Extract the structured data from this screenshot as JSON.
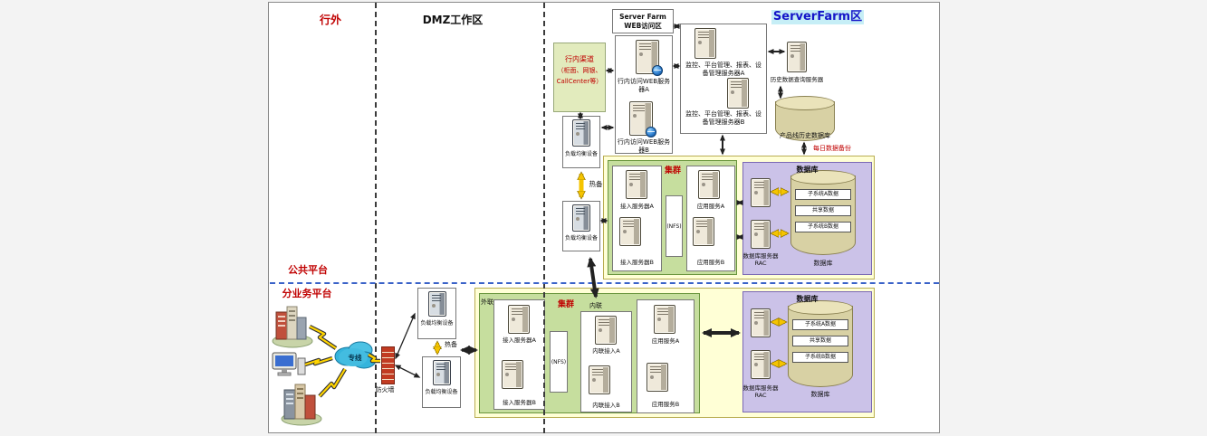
{
  "zones": {
    "outside": "行外",
    "dmz": "DMZ工作区",
    "serverfarm": "ServerFarm区",
    "public_platform": "公共平台",
    "sub_business": "分业务平台"
  },
  "web_zone": {
    "title1": "Server Farm",
    "title2": "WEB访问区",
    "server_a": "行内访问WEB服务器A",
    "server_b": "行内访问WEB服务器B"
  },
  "channel": {
    "line1": "行内渠道",
    "line2": "（柜面、网银、",
    "line3": "CallCenter等）"
  },
  "lb": {
    "label": "负载均衡设备",
    "hot_standby": "热备"
  },
  "mgmt": {
    "server_a": "监控、平台管理、报表、设备管理服务器A",
    "server_b": "监控、平台管理、报表、设备管理服务器B"
  },
  "history": {
    "server": "历史数据查询服务器",
    "db": "产品线历史数据库",
    "daily_backup": "每日数据备份"
  },
  "upper_cluster": {
    "title": "集群",
    "access_a": "接入服务器A",
    "access_b": "接入服务器B",
    "nfs": "(NFS)",
    "app_a": "应用服务A",
    "app_b": "应用服务B"
  },
  "upper_db": {
    "title": "数据库",
    "rac1": "数据库服务器",
    "rac2": "RAC",
    "band_a": "子系统A数据",
    "band_shared": "共享数据",
    "band_b": "子系统B数据",
    "cyl": "数据库"
  },
  "lower_cluster": {
    "title": "集群",
    "external_label": "外联",
    "internal_label": "内联",
    "access_a": "接入服务器A",
    "access_b": "接入服务器B",
    "nfs": "(NFS)",
    "internal_a": "内联接入A",
    "internal_b": "内联接入B",
    "app_a": "应用服务A",
    "app_b": "应用服务B"
  },
  "lower_db": {
    "title": "数据库",
    "rac1": "数据库服务器",
    "rac2": "RAC",
    "band_a": "子系统A数据",
    "band_shared": "共享数据",
    "band_b": "子系统B数据",
    "cyl": "数据库"
  },
  "outside_items": {
    "leased_line": "专线",
    "firewall": "防火墙"
  },
  "colors": {
    "cluster_green": "#c6de9e",
    "db_purple": "#cbc2e8",
    "zone_yellow": "#ffffd6",
    "channel_green": "#e2ebbd",
    "cylinder_tan": "#d8d1a4",
    "accent_red": "#c00000",
    "platform_divider_blue": "#3a62c8",
    "arrow_yellow": "#f5c400",
    "cloud_cyan": "#35b4dc"
  }
}
